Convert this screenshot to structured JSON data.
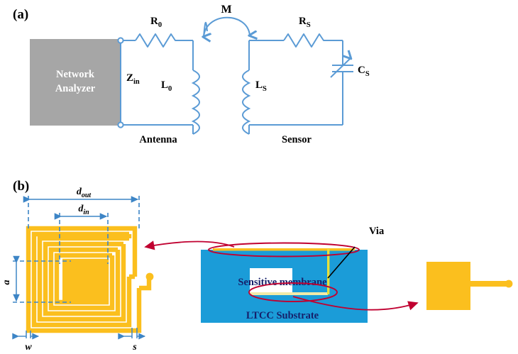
{
  "figure": {
    "panels": [
      {
        "tag": "(a)",
        "caption": "equivalent-circuit-model"
      },
      {
        "tag": "(b)",
        "caption": "sensor-structure"
      }
    ]
  },
  "panel_a": {
    "tag": "(a)",
    "instrument_label_line1": "Network",
    "instrument_label_line2": "Analyzer",
    "impedance_label": "Z",
    "impedance_sub": "in",
    "resistor_primary": "R",
    "resistor_primary_sub": "0",
    "inductor_primary": "L",
    "inductor_primary_sub": "0",
    "mutual_label": "M",
    "resistor_secondary": "R",
    "resistor_secondary_sub": "S",
    "inductor_secondary": "L",
    "inductor_secondary_sub": "S",
    "capacitor_label": "C",
    "capacitor_sub": "S",
    "left_block_caption": "Antenna",
    "right_block_caption": "Sensor"
  },
  "panel_b": {
    "tag": "(b)",
    "spiral": {
      "dim_outer": "d",
      "dim_outer_sub": "out",
      "dim_inner": "d",
      "dim_inner_sub": "in",
      "dim_side": "a",
      "dim_width": "w",
      "dim_spacing": "s",
      "turns": 6
    },
    "cross_section": {
      "membrane_label": "Sensitive membrane",
      "substrate_label": "LTCC Substrate",
      "via_label": "Via"
    },
    "callout": {
      "pad_label": "bottom-electrode-pad"
    }
  },
  "colors": {
    "circuit_line": "#5B9BD5",
    "instrument_fill": "#A6A6A6",
    "metal_gold": "#FBBF1E",
    "substrate_blue": "#1B9CD8",
    "annotation_red": "#C00030",
    "dimension_blue": "#3D85C6",
    "via_yellow": "#E8E03A",
    "text_navy": "#16216b"
  }
}
